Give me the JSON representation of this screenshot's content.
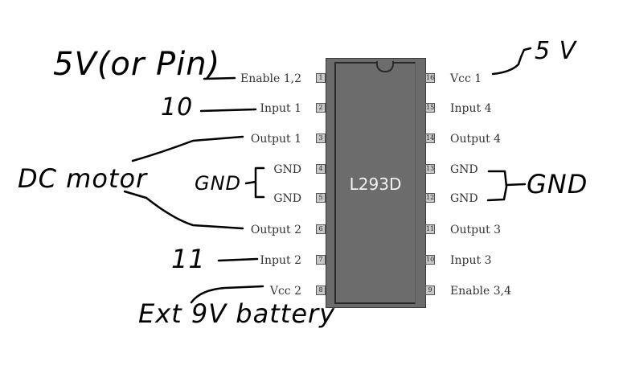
{
  "chip": {
    "name": "L293D",
    "left_pins": [
      {
        "number": "1",
        "label": "Enable 1,2"
      },
      {
        "number": "2",
        "label": "Input 1"
      },
      {
        "number": "3",
        "label": "Output 1"
      },
      {
        "number": "4",
        "label": "GND"
      },
      {
        "number": "5",
        "label": "GND"
      },
      {
        "number": "6",
        "label": "Output 2"
      },
      {
        "number": "7",
        "label": "Input 2"
      },
      {
        "number": "8",
        "label": "Vcc 2"
      }
    ],
    "right_pins": [
      {
        "number": "16",
        "label": "Vcc 1"
      },
      {
        "number": "15",
        "label": "Input 4"
      },
      {
        "number": "14",
        "label": "Output 4"
      },
      {
        "number": "13",
        "label": "GND"
      },
      {
        "number": "12",
        "label": "GND"
      },
      {
        "number": "11",
        "label": "Output 3"
      },
      {
        "number": "10",
        "label": "Input 3"
      },
      {
        "number": "9",
        "label": "Enable 3,4"
      }
    ]
  },
  "annotations": {
    "enable_12": "5V(or Pin)",
    "input_1": "10",
    "dc_motor": "DC motor",
    "gnd_left": "GND",
    "input_2": "11",
    "vcc_2": "Ext 9V battery",
    "vcc_1": "5 V",
    "gnd_right": "GND"
  }
}
